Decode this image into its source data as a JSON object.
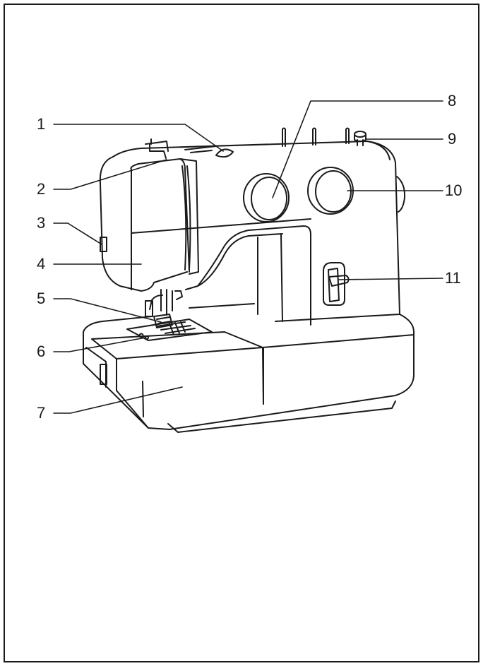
{
  "figure": {
    "subject": "sewing-machine",
    "line_color": "#1a1a1a",
    "callouts": [
      {
        "number": "1"
      },
      {
        "number": "2"
      },
      {
        "number": "3"
      },
      {
        "number": "4"
      },
      {
        "number": "5"
      },
      {
        "number": "6"
      },
      {
        "number": "7"
      },
      {
        "number": "8"
      },
      {
        "number": "9"
      },
      {
        "number": "10"
      },
      {
        "number": "11"
      }
    ]
  }
}
